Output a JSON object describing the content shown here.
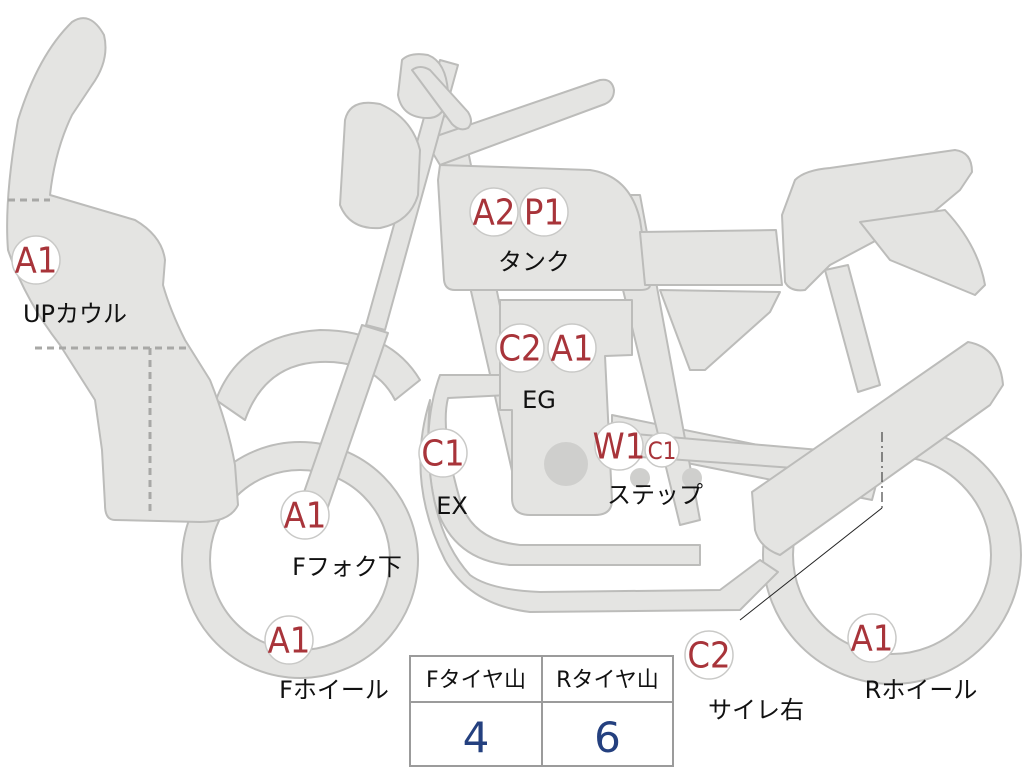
{
  "colors": {
    "body_fill": "#e4e4e2",
    "body_stroke": "#bcbcba",
    "badge_text": "#a8343a",
    "value_text": "#24407f",
    "engine_dot": "#cfcfcd"
  },
  "parts": {
    "up_cowl": {
      "codes": [
        "A1"
      ],
      "label": "UPカウル"
    },
    "tank": {
      "codes": [
        "A2",
        "P1"
      ],
      "label": "タンク"
    },
    "engine": {
      "codes": [
        "C2",
        "A1"
      ],
      "label": "EG"
    },
    "exhaust": {
      "codes": [
        "C1"
      ],
      "label": "EX"
    },
    "step": {
      "codes": [
        "W1",
        "C1"
      ],
      "label": "ステップ"
    },
    "front_fork_lower": {
      "codes": [
        "A1"
      ],
      "label": "Fフォク下"
    },
    "front_wheel": {
      "codes": [
        "A1"
      ],
      "label": "Fホイール"
    },
    "silencer_right": {
      "codes": [
        "C2"
      ],
      "label": "サイレ右"
    },
    "rear_wheel": {
      "codes": [
        "A1"
      ],
      "label": "Rホイール"
    }
  },
  "tread_table": {
    "headers": [
      "Fタイヤ山",
      "Rタイヤ山"
    ],
    "values": [
      "4",
      "6"
    ]
  }
}
